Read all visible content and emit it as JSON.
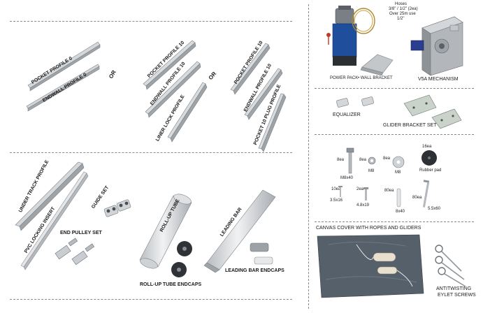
{
  "profiles": {
    "pocket_profile_0": "POCKET PROFILE 0",
    "endwall_profile_0": "ENDWALL PROFILE 0",
    "or_1": "OR",
    "pocket_profile_10_a": "POCKET PROFILE 10",
    "endwall_profile_10_a": "ENDWALL PROFILE 10",
    "liner_lock_profile": "LINER LOCK PROFILE",
    "or_2": "OR",
    "pocket_profile_10_b": "POCKET PROFILE 10",
    "endwall_profile_10_b": "ENDWALL PROFILE 10",
    "pocket_10_plug_profile": "POCKET 10 PLUG PROFILE"
  },
  "assembly": {
    "under_track_profile": "UNDER TRACK PROFILE",
    "pvc_locking_insert": "PVC LOCKING INSERT",
    "guide_set": "GUIDE SET",
    "end_pulley_set": "END PULLEY SET",
    "roll_up_tube": "ROLL-UP TUBE",
    "roll_up_tube_endcaps": "ROLL-UP TUBE ENDCAPS",
    "leading_bar": "LEADING BAR",
    "leading_bar_endcaps": "LEADING BAR ENDCAPS"
  },
  "power": {
    "hoses_line1": "Hoses",
    "hoses_line2": "3/8\" / 1/2\" (2ea)",
    "hoses_line3": "Over 25m use",
    "hoses_line4": "1/2\"",
    "power_pack": "POWER PACK",
    "wall_bracket": "• WALL BRACKET",
    "v5a_mechanism": "V5A MECHANISM"
  },
  "brackets": {
    "equalizer": "EQUALIZER",
    "glider_bracket_set": "GLIDER BRACKET SET"
  },
  "hardware": {
    "bolt_m8x40_qty": "8ea",
    "bolt_m8x40": "M8x40",
    "lock_washer_qty": "8ea",
    "lock_washer": "M8",
    "washer_qty": "8ea",
    "washer": "M8",
    "rubber_pad_qty": "16ea",
    "rubber_pad": "Rubber pad",
    "screw_35_qty": "10ea",
    "screw_35": "3.5x16",
    "screw_48_qty": "2ea",
    "screw_48": "4.8x19",
    "anchor_8x40_qty": "80ea",
    "anchor_8x40": "8x40",
    "screw_55_qty": "80ea",
    "screw_55": "5.5x60"
  },
  "canvas": {
    "title": "CANVAS COVER WITH ROPES AND GLIDERS",
    "antitwisting_line1": "ANTITWISTING",
    "antitwisting_line2": "EYLET SCREWS"
  },
  "colors": {
    "metal": "#c9cdd1",
    "metal_dark": "#8b9096",
    "motor_blue": "#1f4f9c",
    "canvas_grey": "#55606a"
  }
}
